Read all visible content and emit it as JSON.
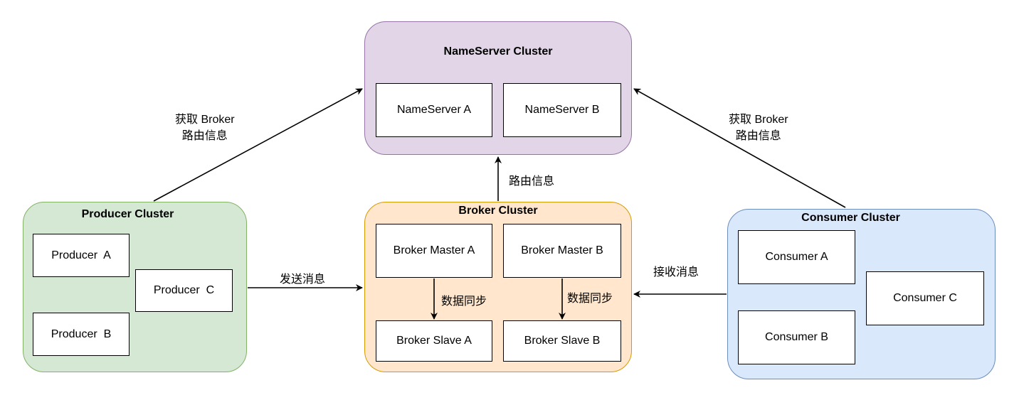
{
  "nameserver_cluster": {
    "title": "NameServer Cluster",
    "nodes": [
      "NameServer A",
      "NameServer B"
    ]
  },
  "producer_cluster": {
    "title": "Producer Cluster",
    "nodes": [
      "Producer  A",
      "Producer  B",
      "Producer  C"
    ]
  },
  "broker_cluster": {
    "title": "Broker Cluster",
    "masters": [
      "Broker Master A",
      "Broker Master B"
    ],
    "slaves": [
      "Broker Slave A",
      "Broker Slave B"
    ]
  },
  "consumer_cluster": {
    "title": "Consumer Cluster",
    "nodes": [
      "Consumer A",
      "Consumer B",
      "Consumer C"
    ]
  },
  "edges": {
    "producer_to_nameserver": [
      "获取 Broker",
      "路由信息"
    ],
    "consumer_to_nameserver": [
      "获取 Broker",
      "路由信息"
    ],
    "broker_to_nameserver": "路由信息",
    "producer_to_broker": "发送消息",
    "broker_to_consumer": "接收消息",
    "master_a_to_slave_a": "数据同步",
    "master_b_to_slave_b": "数据同步"
  },
  "colors": {
    "nameserver_fill": "#e1d5e7",
    "nameserver_border": "#9673a6",
    "producer_fill": "#d5e8d4",
    "producer_border": "#82b366",
    "broker_fill": "#ffe6cc",
    "broker_border": "#d79b00",
    "consumer_fill": "#dae8fc",
    "consumer_border": "#6c8ebf"
  }
}
